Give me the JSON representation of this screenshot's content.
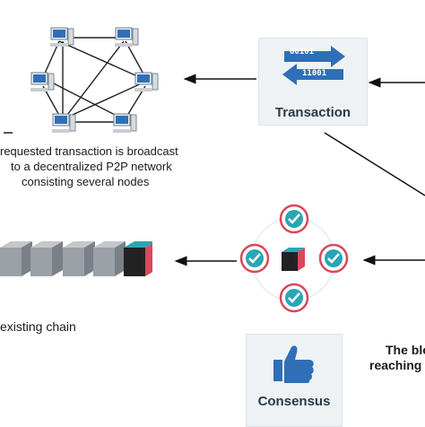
{
  "texts": {
    "transaction_label": "Transaction",
    "bits_top": "00101",
    "bits_bottom": "11001",
    "broadcast_line1": "requested transaction is broadcast",
    "broadcast_line2": "to a decentralized P2P network",
    "broadcast_line3": "consisting several nodes",
    "chain_label": "existing chain",
    "consensus_label": "Consensus",
    "right_line1": "The blo",
    "right_line2": "reaching"
  },
  "colors": {
    "accent_blue": "#2f6fb7",
    "check_red": "#d9485b",
    "check_teal": "#29a6b4",
    "block_grey": "#9aa0a6",
    "block_dark": "#222222"
  },
  "icons": {
    "node": "computer-node-icon",
    "transaction": "exchange-arrows-icon",
    "check": "check-circle-icon",
    "block": "cube-block-icon",
    "consensus": "thumbs-up-icon"
  }
}
